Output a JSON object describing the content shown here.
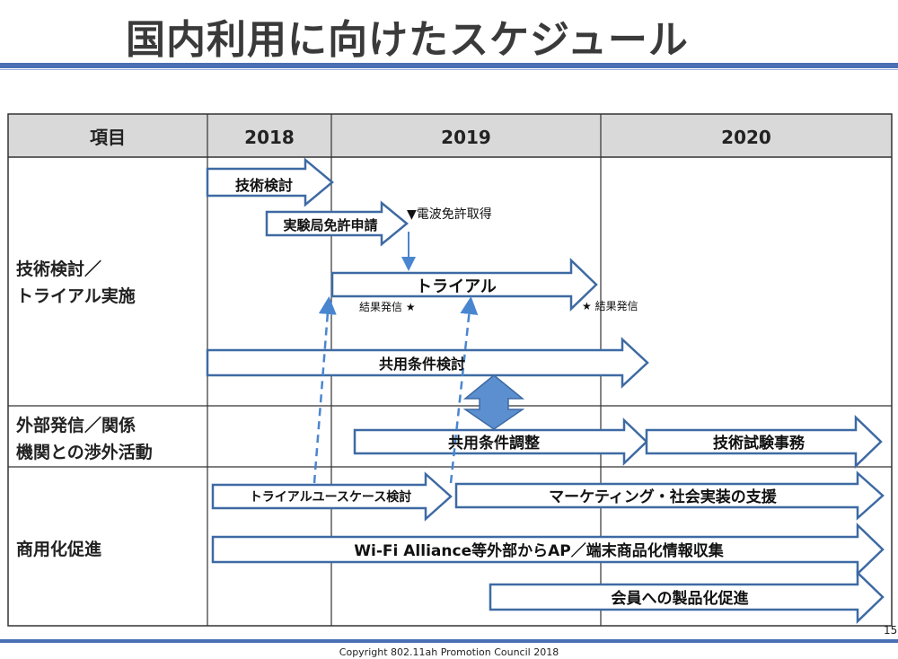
{
  "slide": {
    "title": "国内利用に向けたスケジュール",
    "copyright": "Copyright 802.11ah Promotion Council 2018",
    "page_number": "15"
  },
  "table": {
    "header_item": "項目",
    "years": [
      "2018",
      "2019",
      "2020"
    ],
    "rows": [
      {
        "line1": "技術検討／",
        "line2": "トライアル実施"
      },
      {
        "line1": "外部発信／関係",
        "line2": "機関との渉外活動"
      },
      {
        "line1": "商用化促進",
        "line2": ""
      }
    ]
  },
  "tasks": {
    "tech_study": "技術検討",
    "test_license": "実験局免許申請",
    "radio_license": "▼電波免許取得",
    "trial": "トライアル",
    "result1": "結果発信 ★",
    "result2": "★ 結果発信",
    "sharing_study": "共用条件検討",
    "sharing_adjust": "共用条件調整",
    "test_affairs": "技術試験事務",
    "use_case": "トライアルユースケース検討",
    "marketing": "マーケティング・社会実装の支援",
    "info_collect": "Wi-Fi Alliance等外部からAP／端末商品化情報収集",
    "member_promo": "会員への製品化促進"
  },
  "colors": {
    "accent": "#4a6fb5",
    "arrow_stroke": "#3e6aa3",
    "double_arrow": "#5b8fd0",
    "header_bg": "#d9d9d9"
  }
}
